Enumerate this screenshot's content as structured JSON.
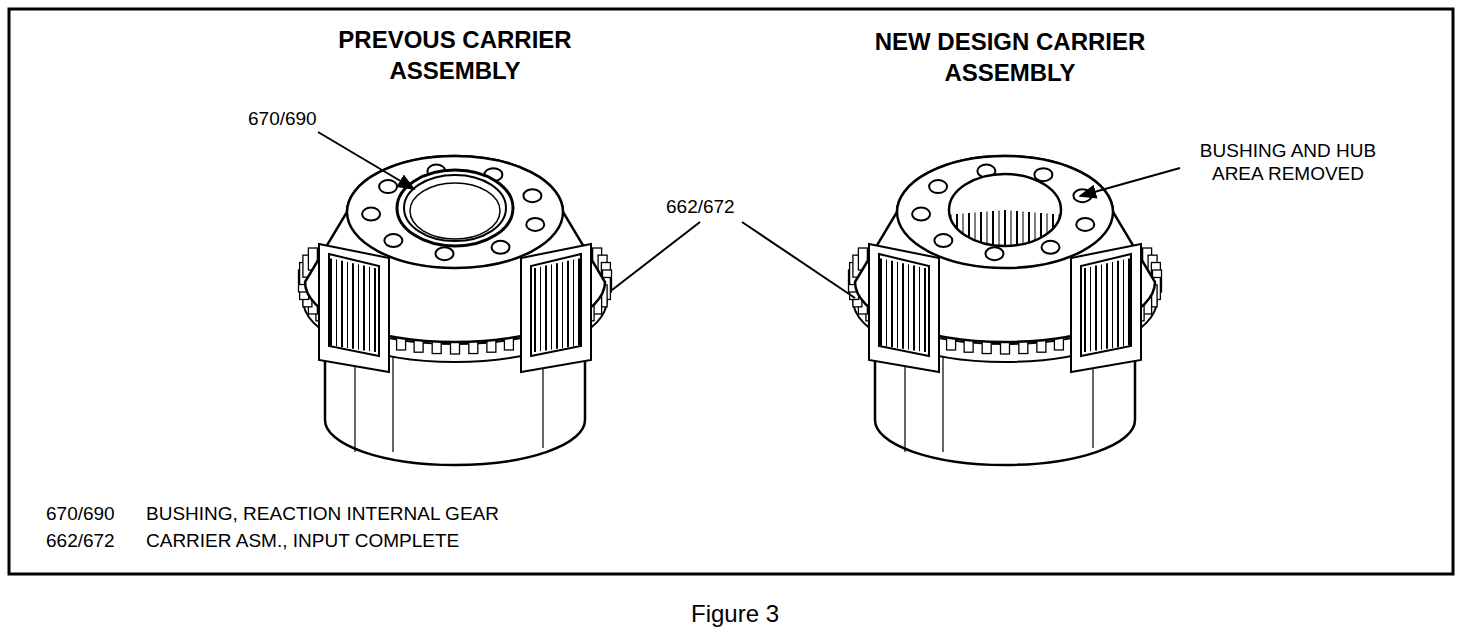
{
  "diagram": {
    "caption": "Figure 3",
    "labels": [
      "PREVOUS CARRIER ASSEMBLY",
      "NEW DESIGN CARRIER ASSEMBLY",
      "670/690",
      "BUSHING AND HUB AREA REMOVED",
      "662/672",
      "670/690",
      "BUSHING, REACTION INTERNAL GEAR",
      "662/672",
      "CARRIER ASM., INPUT COMPLETE"
    ]
  }
}
